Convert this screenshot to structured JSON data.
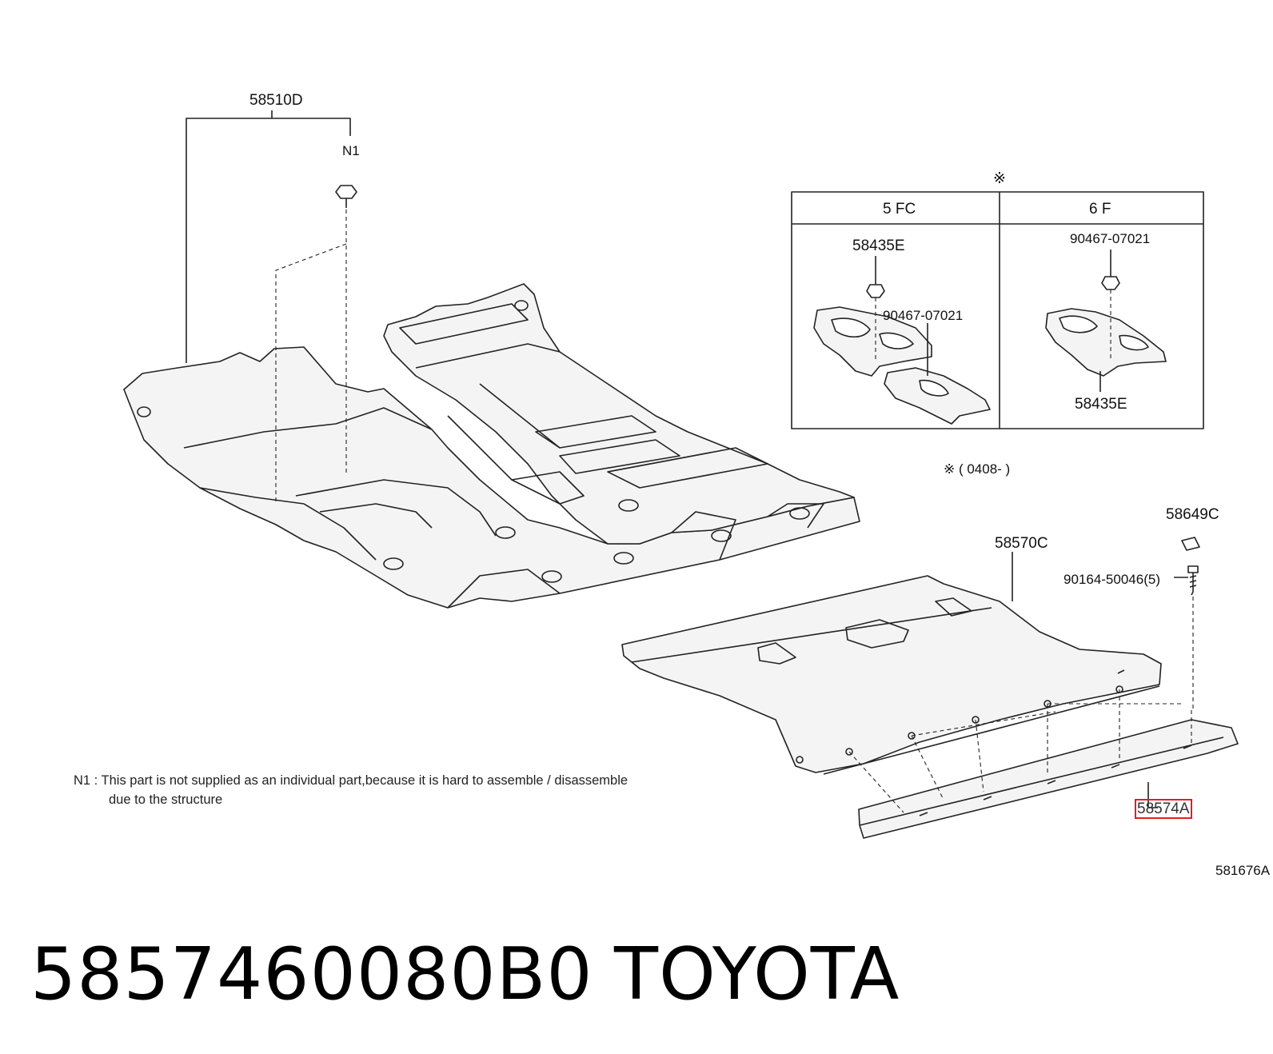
{
  "diagram_id": "581676A",
  "callouts": {
    "main_carpet": "58510D",
    "n1_marker": "N1",
    "rear_carpet": "58570C",
    "clip": "58649C",
    "screw": "90164-50046(5)",
    "rear_panel": "58574A"
  },
  "variant_table": {
    "symbol": "※",
    "columns": [
      {
        "header": "5 FC",
        "labels": [
          "58435E",
          "90467-07021"
        ]
      },
      {
        "header": "6 F",
        "labels": [
          "90467-07021",
          "58435E"
        ]
      }
    ],
    "footnote": "※ ( 0408-        )"
  },
  "note": {
    "line1": "N1 :  This part is not supplied as an individual part,because it is hard to assemble / disassemble",
    "line2": "due to the structure"
  },
  "footer": {
    "part_number": "5857460080B0",
    "brand": "TOYOTA"
  },
  "colors": {
    "line": "#222222",
    "part_fill": "#f4f4f4",
    "highlight": "#e02020"
  }
}
